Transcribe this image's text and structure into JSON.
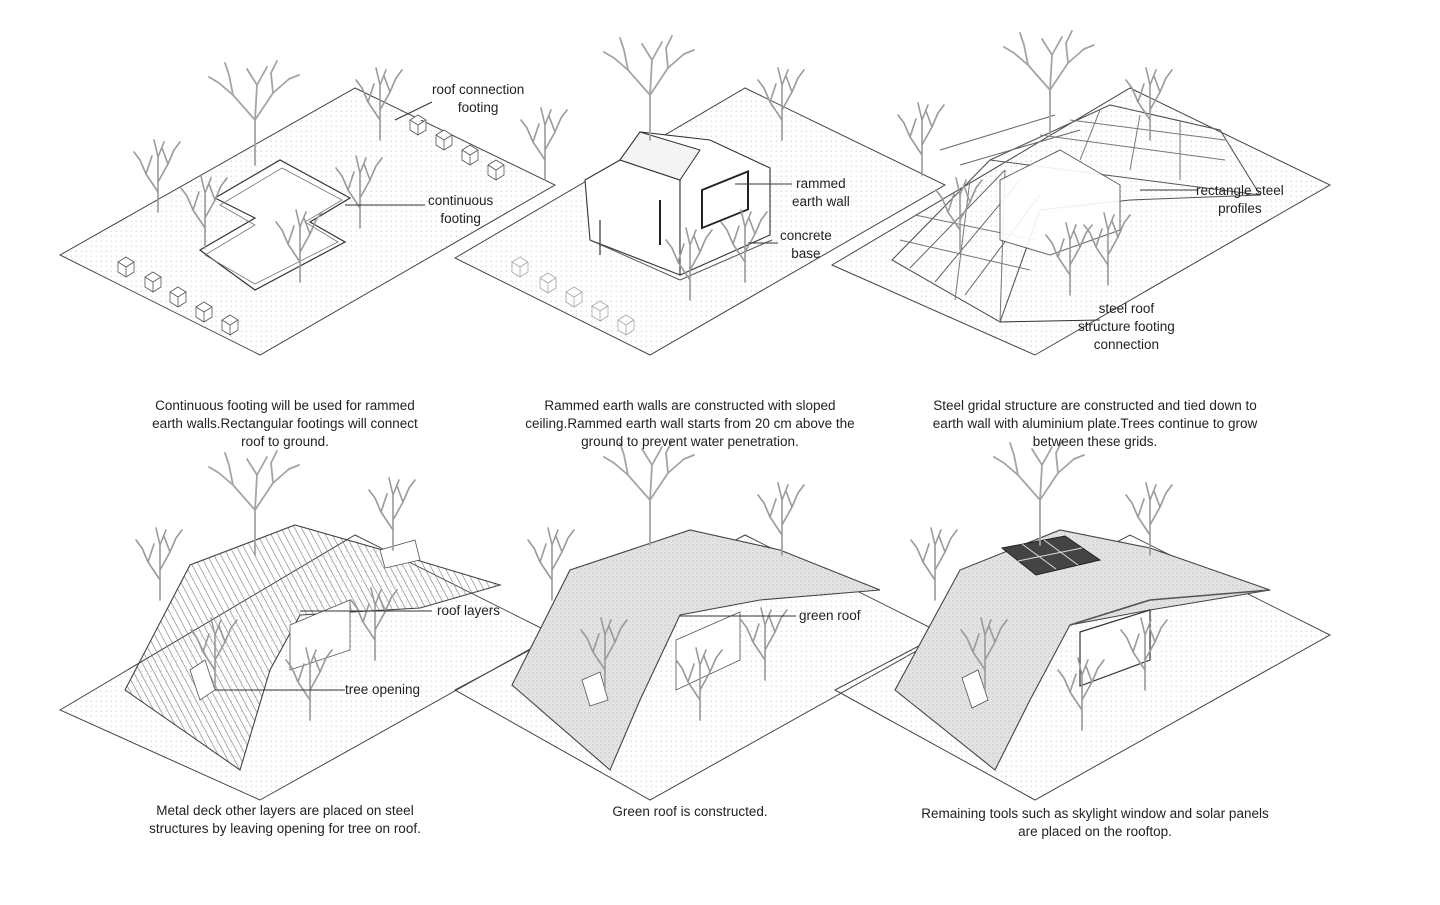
{
  "steps": [
    {
      "labels": [
        "roof connection footing",
        "continuous footing"
      ],
      "caption": "Continuous footing will be used for rammed earth walls.Rectangular footings will connect roof to ground."
    },
    {
      "labels": [
        "rammed earth wall",
        "concrete base"
      ],
      "caption": "Rammed earth walls are constructed with sloped ceiling.Rammed earth wall starts from 20 cm above the ground to prevent water penetration."
    },
    {
      "labels": [
        "rectangle steel profiles",
        "steel roof structure footing connection"
      ],
      "caption": "Steel gridal structure are constructed and tied down to earth wall with aluminium plate.Trees continue to grow between these grids."
    },
    {
      "labels": [
        "roof layers",
        "tree opening"
      ],
      "caption": "Metal deck other layers are placed on steel structures by leaving opening for tree on roof."
    },
    {
      "labels": [
        "green roof"
      ],
      "caption": "Green roof is constructed."
    },
    {
      "labels": [
        "Remaining tools such as skylight window and solar panels are placed on the rooftop."
      ],
      "caption": ""
    }
  ],
  "label_text": {
    "roof_connection_footing_l1": "roof connection",
    "roof_connection_footing_l2": "footing",
    "continuous_footing_l1": "continuous",
    "continuous_footing_l2": "footing",
    "rammed_earth_wall_l1": "rammed",
    "rammed_earth_wall_l2": "earth wall",
    "concrete_base_l1": "concrete",
    "concrete_base_l2": "base",
    "rect_steel_l1": "rectangle steel",
    "rect_steel_l2": "profiles",
    "steel_roof_l1": "steel roof",
    "steel_roof_l2": "structure footing",
    "steel_roof_l3": "connection",
    "roof_layers": "roof layers",
    "tree_opening": "tree opening",
    "green_roof": "green roof"
  },
  "captions": {
    "c1_l1": "Continuous footing will be used for rammed",
    "c1_l2": "earth walls.Rectangular footings will connect",
    "c1_l3": "roof to ground.",
    "c2_l1": "Rammed earth walls are constructed with sloped",
    "c2_l2": "ceiling.Rammed earth wall starts from 20 cm above the",
    "c2_l3": "ground to prevent water penetration.",
    "c3_l1": "Steel gridal structure are constructed and tied down to",
    "c3_l2": "earth wall with aluminium plate.Trees continue to grow",
    "c3_l3": "between these grids.",
    "c4_l1": "Metal deck other layers are placed on steel",
    "c4_l2": "structures by leaving opening for tree on roof.",
    "c5_l1": "Green roof is constructed.",
    "c6_l1": "Remaining tools such as skylight window and solar panels",
    "c6_l2": "are placed on the rooftop."
  },
  "colors": {
    "line": "#3a3a3a",
    "tree": "#9a9a9a",
    "roof_fill": "#e2e2e2",
    "dots": "#c9c9c9"
  }
}
